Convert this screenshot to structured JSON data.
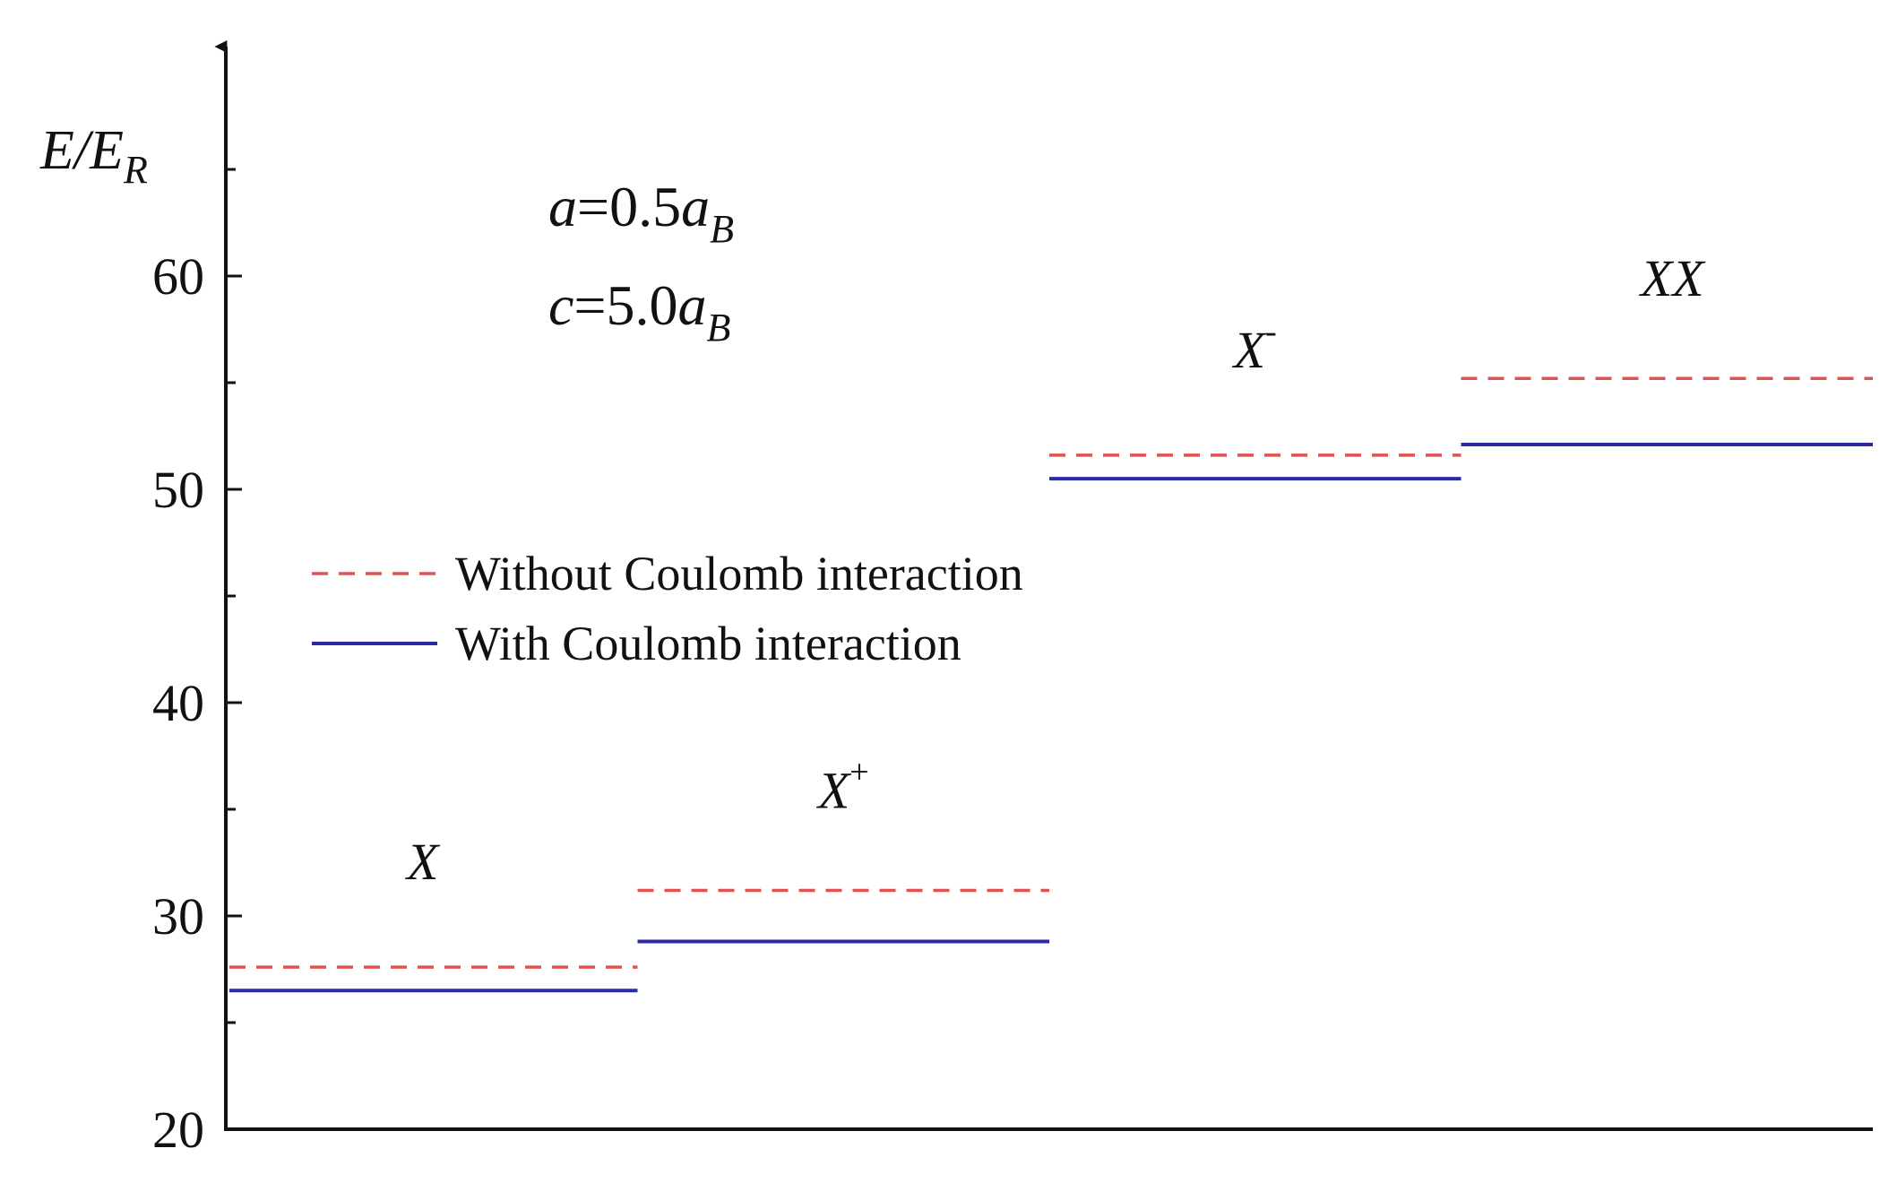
{
  "chart_data": {
    "type": "line",
    "title": "",
    "ylabel": {
      "base": "E/E",
      "subscript": "R"
    },
    "xlabel": "",
    "ylim": [
      20,
      70
    ],
    "yticks": [
      20,
      30,
      40,
      50,
      60
    ],
    "minor_y_step": 5,
    "grid": false,
    "parameters": [
      {
        "symbol": "a",
        "equals": "=0.5",
        "unit": "a",
        "unit_sub": "B"
      },
      {
        "symbol": "c",
        "equals": "=5.0",
        "unit": "a",
        "unit_sub": "B"
      }
    ],
    "categories": [
      {
        "label": "X",
        "sup": ""
      },
      {
        "label": "X",
        "sup": "+"
      },
      {
        "label": "X",
        "sup": "-"
      },
      {
        "label": "XX",
        "sup": ""
      }
    ],
    "series": [
      {
        "name": "Without Coulomb interaction",
        "style": "dashed",
        "color": "#e05252",
        "values": [
          27.6,
          31.2,
          51.6,
          55.2
        ]
      },
      {
        "name": "With Coulomb interaction",
        "style": "solid",
        "color": "#2a2aa8",
        "values": [
          26.5,
          28.8,
          50.5,
          52.1
        ]
      }
    ],
    "legend": {
      "placement": "center-left"
    }
  }
}
